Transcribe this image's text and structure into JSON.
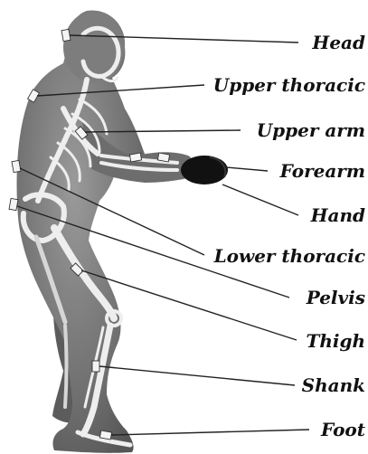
{
  "labels": [
    {
      "id": "head",
      "text": "Head"
    },
    {
      "id": "upper-thoracic",
      "text": "Upper thoracic"
    },
    {
      "id": "upper-arm",
      "text": "Upper arm"
    },
    {
      "id": "forearm",
      "text": "Forearm"
    },
    {
      "id": "hand",
      "text": "Hand"
    },
    {
      "id": "lower-thoracic",
      "text": "Lower thoracic"
    },
    {
      "id": "pelvis",
      "text": "Pelvis"
    },
    {
      "id": "thigh",
      "text": "Thigh"
    },
    {
      "id": "shank",
      "text": "Shank"
    },
    {
      "id": "foot",
      "text": "Foot"
    }
  ],
  "colors": {
    "body_silhouette": "#7a7a7a",
    "bone": "#eeeeee",
    "glove": "#111111",
    "marker": "#f4f4f4",
    "text": "#111111"
  }
}
